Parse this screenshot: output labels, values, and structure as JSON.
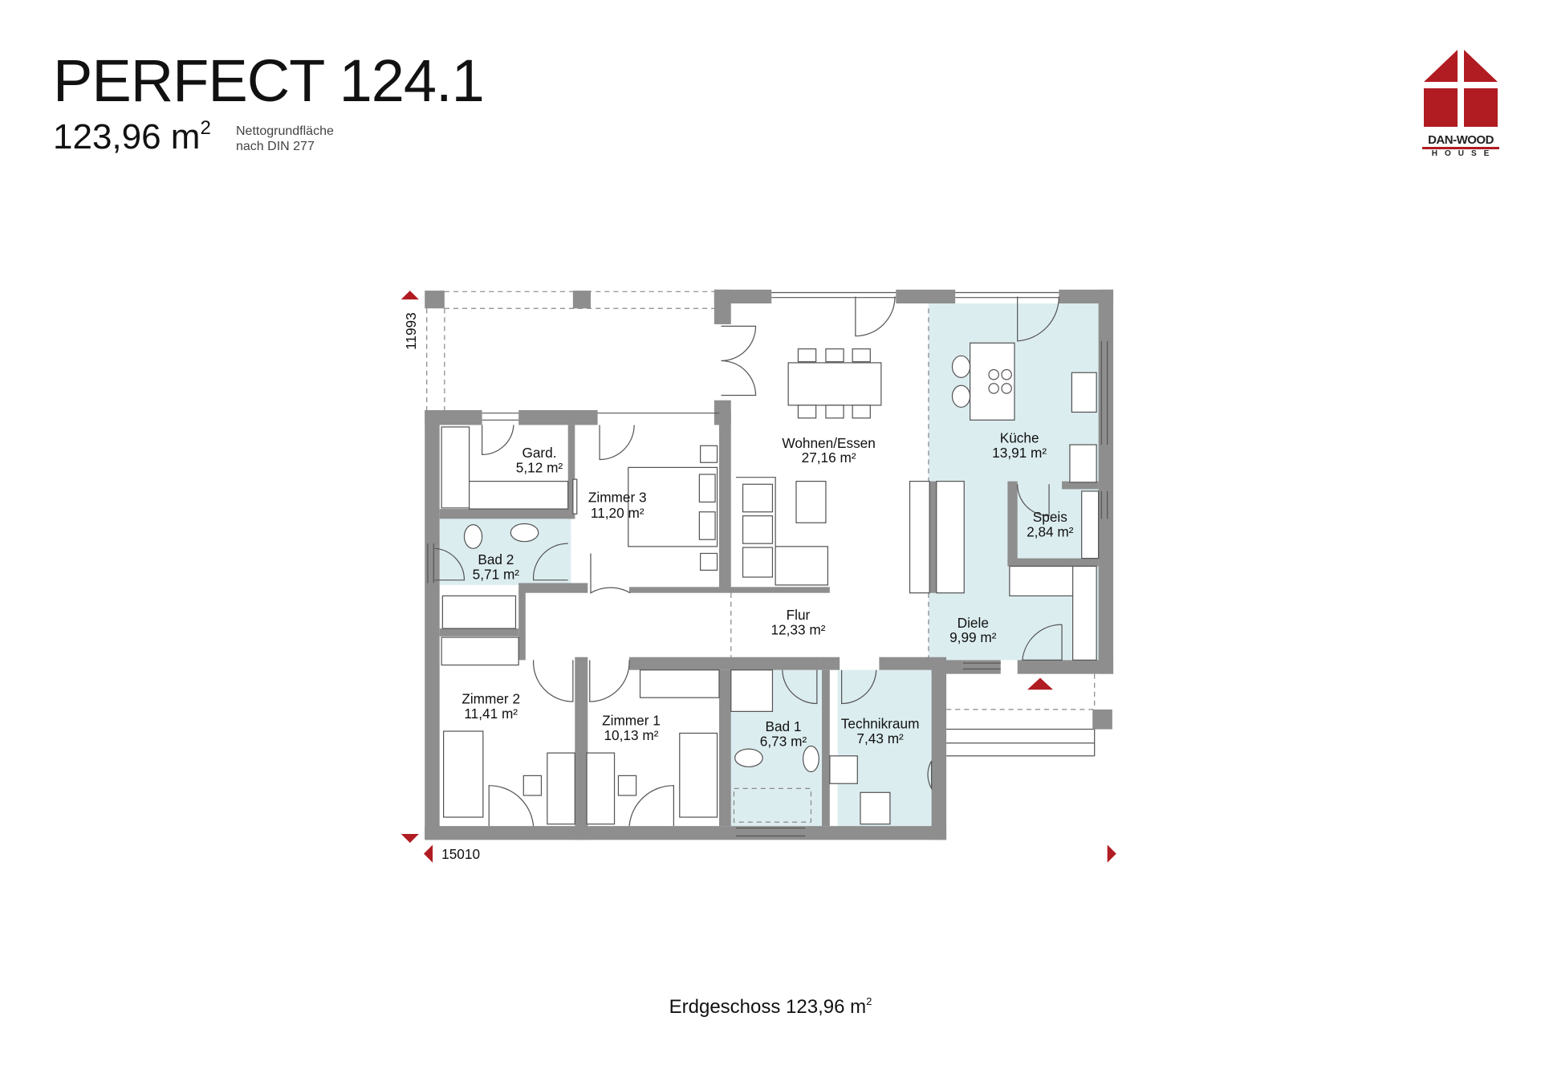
{
  "header": {
    "title": "PERFECT 124.1",
    "area_value": "123,96 m",
    "area_sup": "2",
    "note_line1": "Nettogrundfläche",
    "note_line2": "nach DIN 277"
  },
  "logo": {
    "name": "DAN-WOOD",
    "sub": "HOUSE",
    "brand_color": "#b01c22"
  },
  "dimensions": {
    "depth": "11993",
    "width": "15010"
  },
  "rooms": {
    "gard": {
      "name": "Gard.",
      "area": "5,12 m²"
    },
    "zimmer3": {
      "name": "Zimmer 3",
      "area": "11,20 m²"
    },
    "bad2": {
      "name": "Bad 2",
      "area": "5,71 m²"
    },
    "wohnen": {
      "name": "Wohnen/Essen",
      "area": "27,16 m²"
    },
    "kueche": {
      "name": "Küche",
      "area": "13,91 m²"
    },
    "speis": {
      "name": "Speis",
      "area": "2,84 m²"
    },
    "diele": {
      "name": "Diele",
      "area": "9,99 m²"
    },
    "flur": {
      "name": "Flur",
      "area": "12,33 m²"
    },
    "zimmer2": {
      "name": "Zimmer 2",
      "area": "11,41 m²"
    },
    "zimmer1": {
      "name": "Zimmer 1",
      "area": "10,13 m²"
    },
    "bad1": {
      "name": "Bad 1",
      "area": "6,73 m²"
    },
    "technik": {
      "name": "Technikraum",
      "area": "7,43 m²"
    }
  },
  "footer": {
    "label": "Erdgeschoss 123,96 m",
    "sup": "2"
  },
  "colors": {
    "wall": "#8e8e8e",
    "wet_area": "#dcedf0",
    "accent": "#b01c22"
  }
}
